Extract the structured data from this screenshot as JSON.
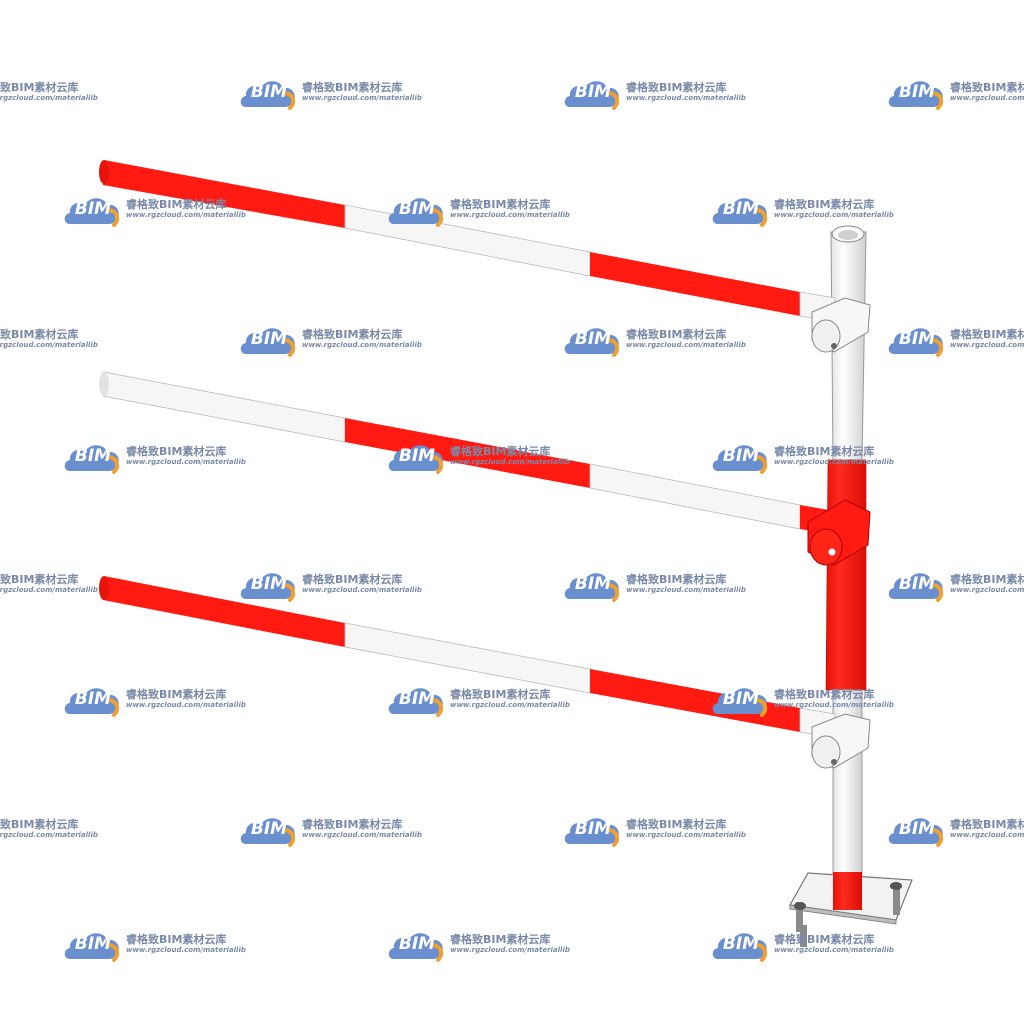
{
  "watermark": {
    "brand": "BIM",
    "name": "睿格致BIM素材云库",
    "url": "www.rgzcloud.com/materiallib"
  },
  "colors": {
    "red": "#ff1a12",
    "white": "#f4f4f4",
    "pole_shade": "#d8d8d8",
    "logo_blue": "#6a8fcf",
    "logo_orange": "#f0a030",
    "text_gray": "#7a8aa8"
  },
  "icons": {
    "watermark_logo": "cloud-logo-icon"
  }
}
